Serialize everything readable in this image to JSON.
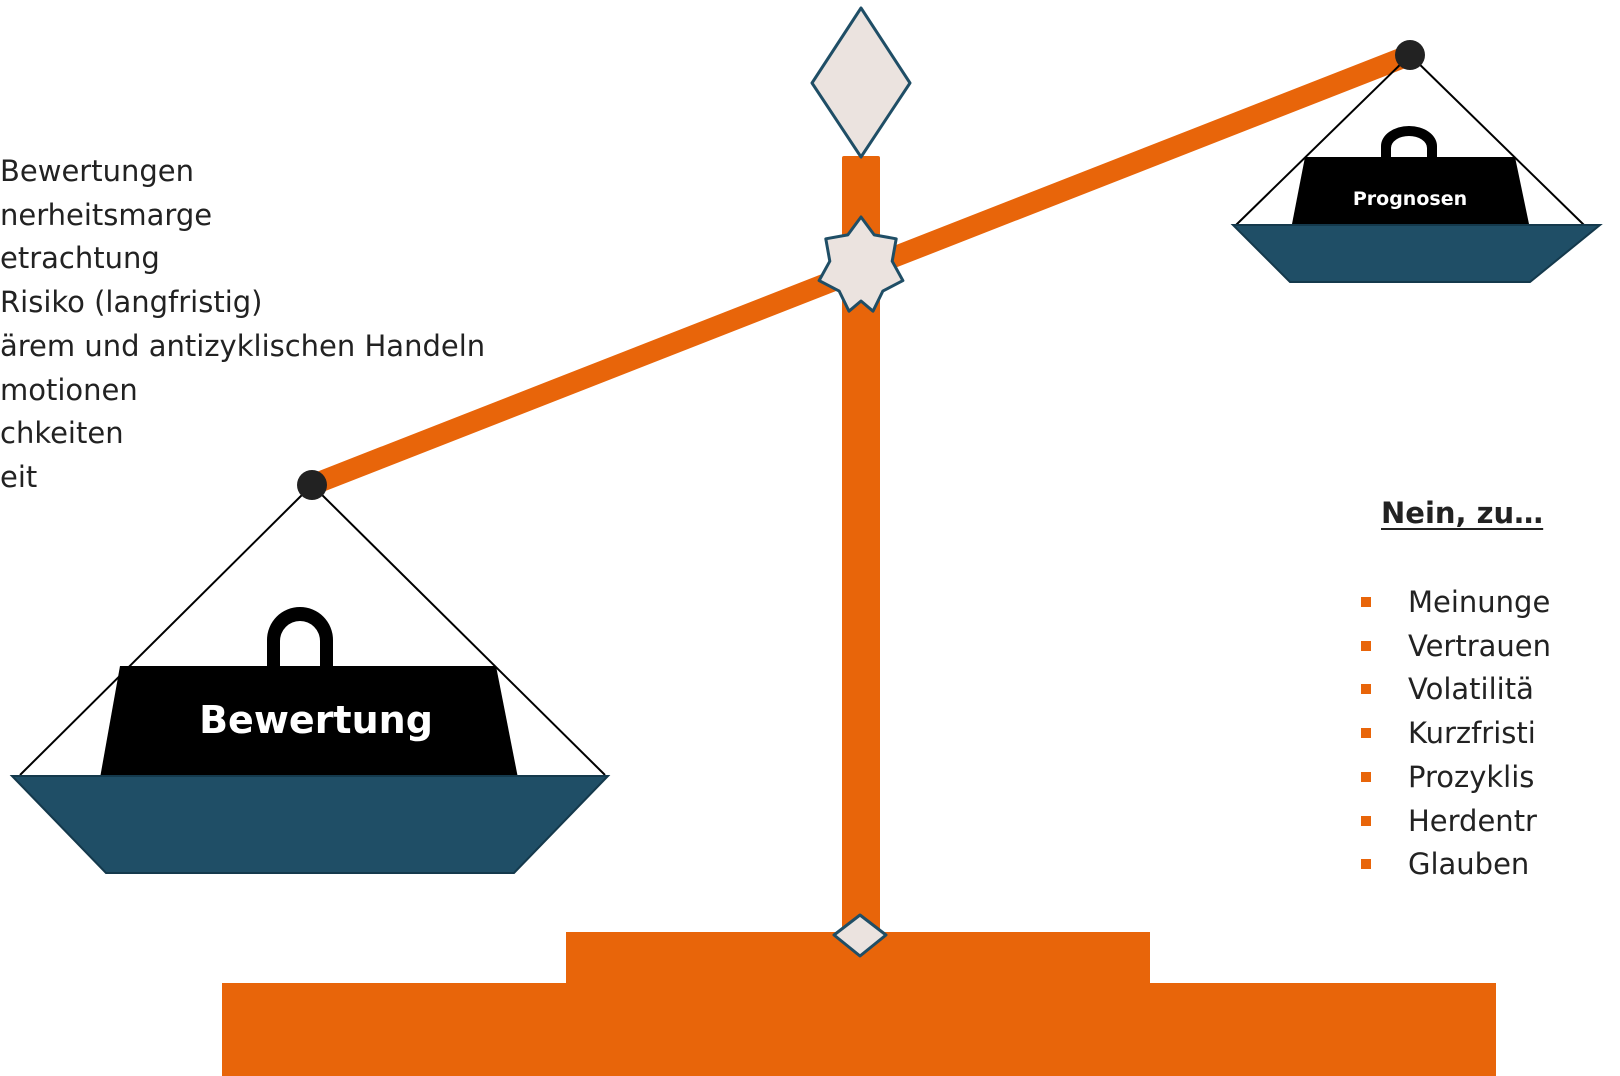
{
  "colors": {
    "beam": "#e8650a",
    "pan": "#1f4e66",
    "weight": "#000000",
    "ornament_fill": "#ebe3df",
    "ornament_stroke": "#1f4e66",
    "pivot": "#222222",
    "bullet": "#e8650a",
    "text": "#222222"
  },
  "left_weight": {
    "label": "Bewertung",
    "icon": "weight-icon"
  },
  "right_weight": {
    "label": "Prognosen",
    "icon": "weight-icon"
  },
  "left_list": {
    "items": [
      "Bewertungen",
      "nerheitsmarge",
      "etrachtung",
      "Risiko (langfristig)",
      "ärem und antizyklischen Handeln",
      "motionen",
      "chkeiten",
      "eit"
    ]
  },
  "right_list": {
    "heading": "Nein, zu…",
    "bullet_icon": "square-bullet-icon",
    "items": [
      "Meinunge",
      "Vertrauen",
      "Volatilitä",
      "Kurzfristi",
      "Prozyklis",
      "Herdentr",
      "Glauben"
    ]
  }
}
